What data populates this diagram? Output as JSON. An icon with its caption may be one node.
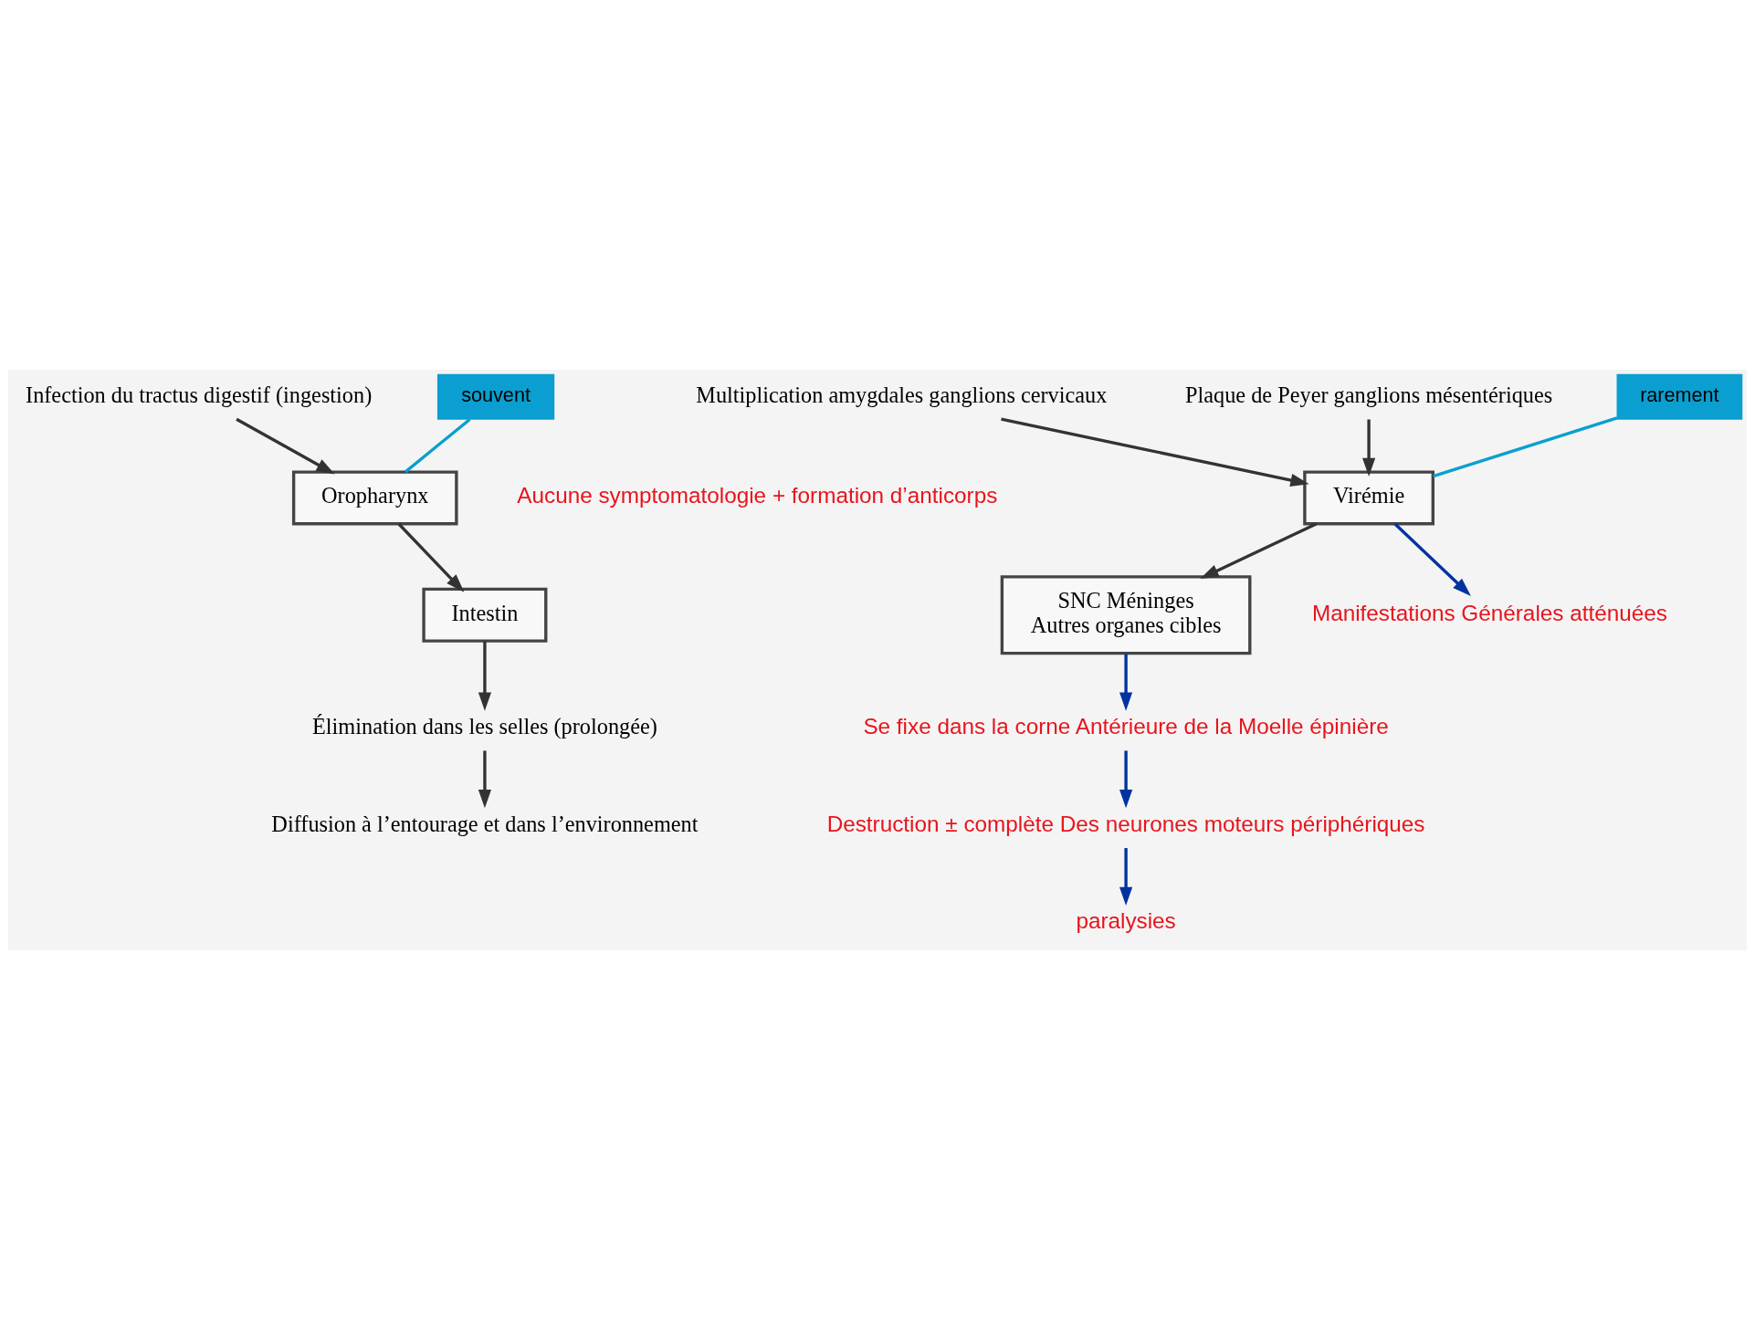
{
  "diagram": {
    "nodes": [
      {
        "text": [
          "Infection du tractus digestif (ingestion)"
        ]
      },
      {
        "text": [
          "Oropharynx"
        ]
      },
      {
        "text": [
          "Multiplication amygdales ganglions cervicaux"
        ]
      },
      {
        "text": [
          "Plaque de Peyer ganglions mésentériques"
        ]
      },
      {
        "text": [
          "Virémie"
        ]
      },
      {
        "text": [
          "SNC Méninges",
          "Autres organes cibles"
        ]
      },
      {
        "text": [
          "Intestin"
        ]
      },
      {
        "text": [
          "Élimination dans les selles (prolongée)"
        ]
      },
      {
        "text": [
          "Diffusion à l’entourage et dans l’environnement"
        ]
      },
      {
        "text": [
          "Manifestations Générales atténuées"
        ]
      },
      {
        "text": [
          "Se fixe dans la corne Antérieure de la Moelle épinière"
        ]
      },
      {
        "text": [
          "Destruction ± complète Des neurones moteurs périphériques"
        ]
      },
      {
        "text": [
          "paralysies"
        ]
      },
      {
        "text": [
          "souvent"
        ]
      },
      {
        "text": [
          "rarement"
        ]
      }
    ],
    "edges": [
      {
        "from": 0,
        "to": 1,
        "arrow": "to"
      },
      {
        "from": 1,
        "to": 6,
        "arrow": "to"
      },
      {
        "from": 2,
        "to": 4,
        "arrow": "to"
      },
      {
        "from": 3,
        "to": 4,
        "arrow": "to"
      },
      {
        "from": 4,
        "to": 5,
        "arrow": "to"
      },
      {
        "from": 4,
        "to": 9,
        "arrow": "to",
        "color": "#0033a0"
      },
      {
        "from": 6,
        "to": 7,
        "arrow": "to"
      },
      {
        "from": 7,
        "to": 8,
        "arrow": "to"
      },
      {
        "from": 5,
        "to": 10,
        "arrow": "to",
        "color": "#0033a0"
      },
      {
        "from": 10,
        "to": 11,
        "arrow": "to",
        "color": "#0033a0"
      },
      {
        "from": 11,
        "to": 12,
        "arrow": "to",
        "color": "#0033a0"
      },
      {
        "from": 13,
        "to": 1,
        "arrow": "none",
        "color": "#0a9fd0"
      },
      {
        "from": 14,
        "to": 4,
        "arrow": "none",
        "color": "#0a9fd0"
      }
    ],
    "labels": [
      "Aucune symptomatologie + formation d’anticorps"
    ]
  }
}
